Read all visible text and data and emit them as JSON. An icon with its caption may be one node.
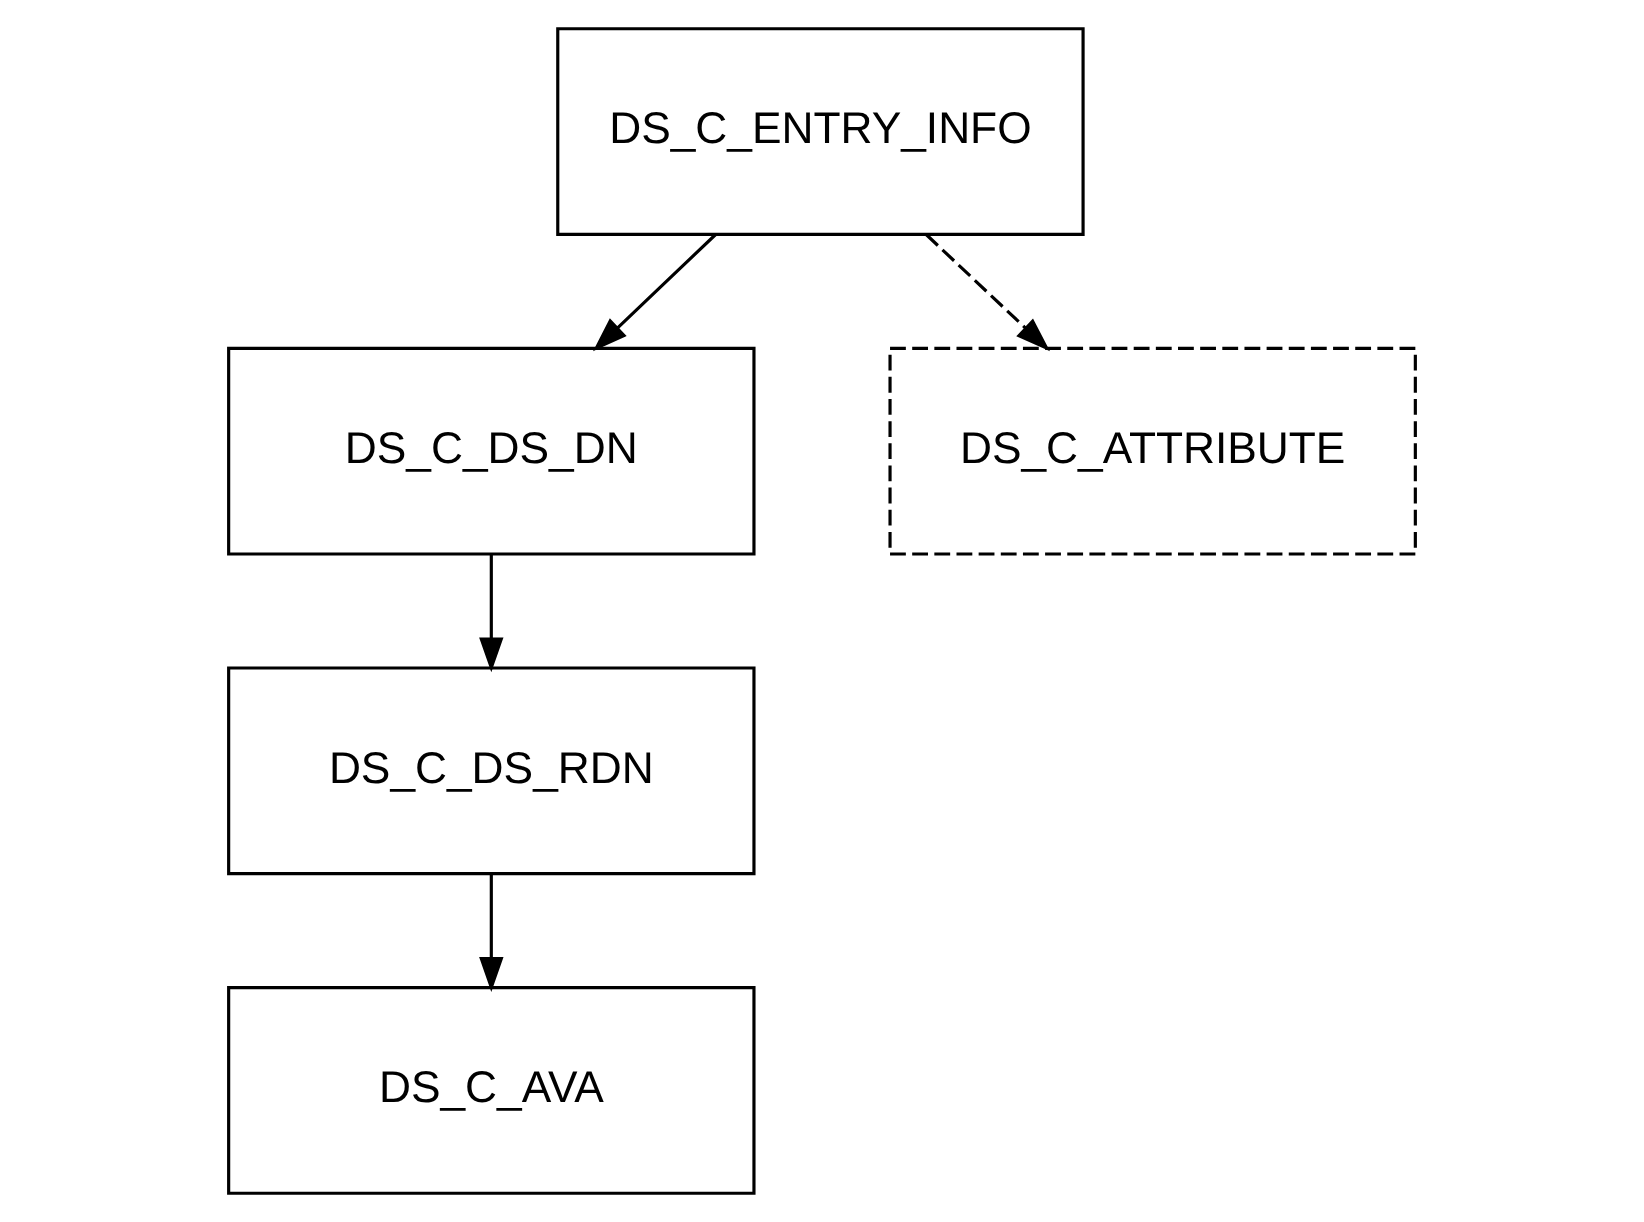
{
  "diagram": {
    "nodes": [
      {
        "text": [
          "DS_C_ENTRY_INFO"
        ]
      },
      {
        "text": [
          "DS_C_DS_DN"
        ]
      },
      {
        "text": [
          "DS_C_ATTRIBUTE"
        ]
      },
      {
        "text": [
          "DS_C_DS_RDN"
        ]
      },
      {
        "text": [
          "DS_C_AVA"
        ]
      }
    ],
    "edges": [
      {
        "from": 0,
        "to": 1,
        "arrow": "to"
      },
      {
        "from": 0,
        "to": 2,
        "arrow": "to",
        "style": "dashed"
      },
      {
        "from": 1,
        "to": 3,
        "arrow": "to"
      },
      {
        "from": 3,
        "to": 4,
        "arrow": "to"
      }
    ]
  }
}
